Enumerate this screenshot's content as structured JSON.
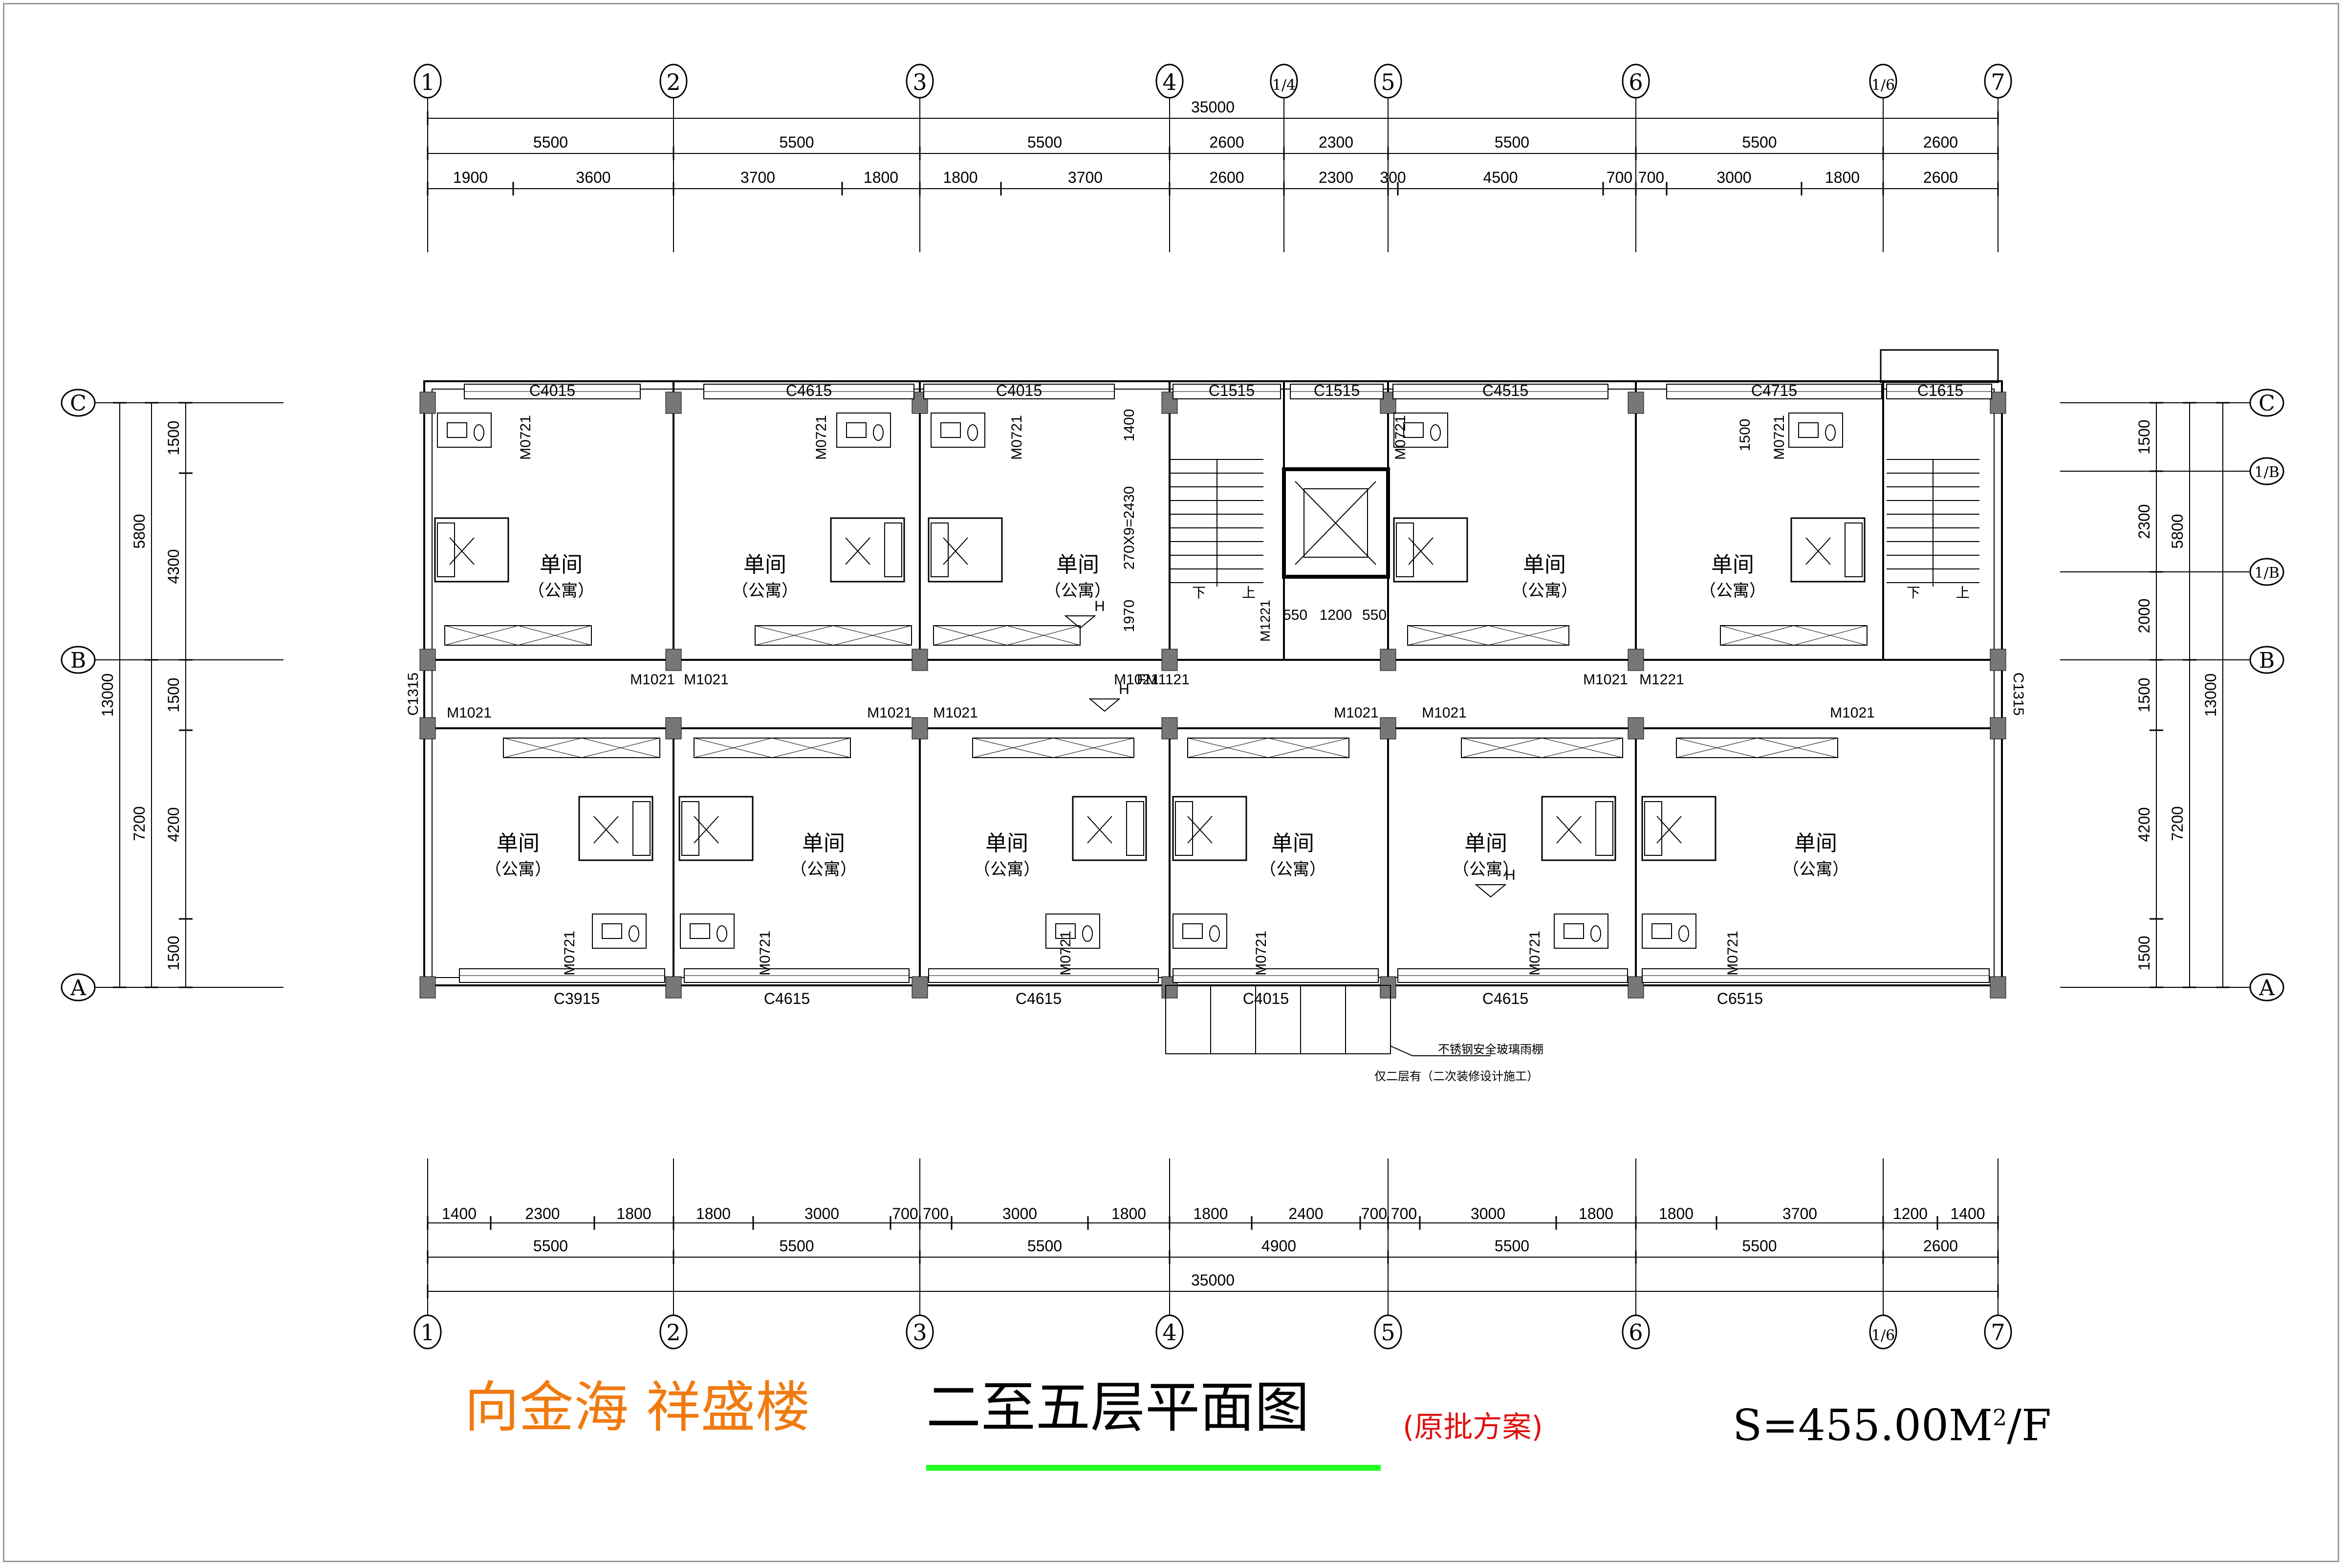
{
  "title": {
    "project": "向金海 祥盛楼",
    "drawing": "二至五层平面图",
    "note": "(原批方案)",
    "area_prefix": "S=455.00M",
    "area_sup": "2",
    "area_suffix": "/F",
    "project_color": "#f07a10",
    "note_color": "#e01010",
    "underline_color": "#20ff20"
  },
  "grid_axes": {
    "vertical": [
      "1",
      "2",
      "3",
      "4",
      "1/4",
      "5",
      "6",
      "1/6",
      "7"
    ],
    "vertical_bottom": [
      "1",
      "2",
      "3",
      "4",
      "5",
      "6",
      "1/6",
      "7"
    ],
    "horizontal": [
      "A",
      "B",
      "C"
    ],
    "right_extra": [
      "1/B",
      "1/B"
    ]
  },
  "dimensions": {
    "top_total": "35000",
    "top_axis": [
      "5500",
      "5500",
      "5500",
      "2600",
      "2300",
      "5500",
      "5500",
      "2600"
    ],
    "top_detail": [
      "1900",
      "3600",
      "3700",
      "1800",
      "1800",
      "3700",
      "2600",
      "2300",
      "300",
      "4500",
      "700",
      "700",
      "3000",
      "1800",
      "2600"
    ],
    "bottom_detail": [
      "1400",
      "2300",
      "1800",
      "1800",
      "3000",
      "700",
      "700",
      "3000",
      "1800",
      "1800",
      "2400",
      "700",
      "700",
      "3000",
      "1800",
      "1800",
      "3700",
      "1200",
      "1400"
    ],
    "bottom_axis": [
      "5500",
      "5500",
      "5500",
      "4900",
      "5500",
      "5500",
      "2600"
    ],
    "bottom_total": "35000",
    "left_total": "13000",
    "left_axis": [
      "5800",
      "7200"
    ],
    "left_detail": [
      "1500",
      "4300",
      "1500",
      "4200",
      "1500"
    ],
    "right_total": "13000",
    "right_axis": [
      "5800",
      "7200"
    ],
    "right_detail": [
      "1500",
      "2300",
      "2000",
      "1500",
      "4200",
      "1500"
    ]
  },
  "rooms": {
    "name": "单间",
    "type": "（公寓）"
  },
  "windows": {
    "top": [
      "C4015",
      "C4615",
      "C4015",
      "C1515",
      "C1515",
      "C4515",
      "C4715",
      "C1615"
    ],
    "bottom": [
      "C3915",
      "C4615",
      "C4615",
      "C4015",
      "C4615",
      "C6515"
    ],
    "side": [
      "C1315",
      "C1315"
    ]
  },
  "doors": {
    "corridor_north": [
      "M1021",
      "M1021",
      "M1021",
      "M1021",
      "M1221"
    ],
    "corridor_south": [
      "M1021",
      "M1021",
      "M1021",
      "M1021",
      "M1021",
      "M1021"
    ],
    "bath": "M0721",
    "fire": "FM1121",
    "stair": "M1221"
  },
  "annotations": {
    "stair_dim": "270X9=2430",
    "stair_dims": [
      "1400",
      "1970",
      "1500"
    ],
    "elevator_dims": [
      "550",
      "1200",
      "550"
    ],
    "up": "上",
    "down": "下",
    "level_mark": "H",
    "canopy_1": "不锈钢安全玻璃雨棚",
    "canopy_2": "仅二层有（二次装修设计施工）"
  }
}
